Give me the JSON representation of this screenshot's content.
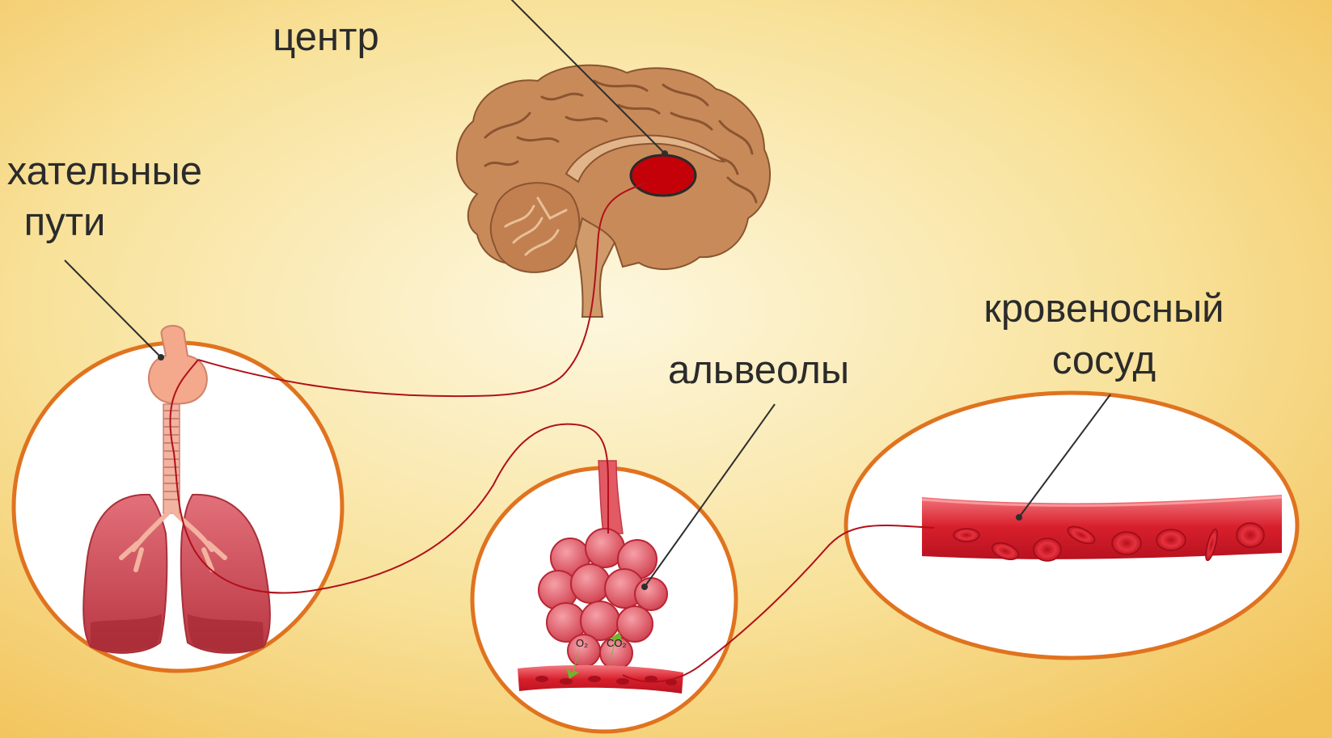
{
  "labels": {
    "respiratory_center": "центр",
    "airways_line1": "хательные",
    "airways_line2": "пути",
    "alveoli": "альвеолы",
    "vessel_line1": "кровеносный",
    "vessel_line2": "сосуд"
  },
  "inset_labels": {
    "o2": "O₂",
    "co2": "CO₂"
  },
  "colors": {
    "background_center": "#fdf5d8",
    "background_edge": "#f3c35a",
    "circle_outline": "#e0731f",
    "nerve_line": "#b0101a",
    "center_highlight": "#c40008",
    "brain": "#c9895a",
    "blood": "#d8212e",
    "lungs": "#c94a52"
  }
}
